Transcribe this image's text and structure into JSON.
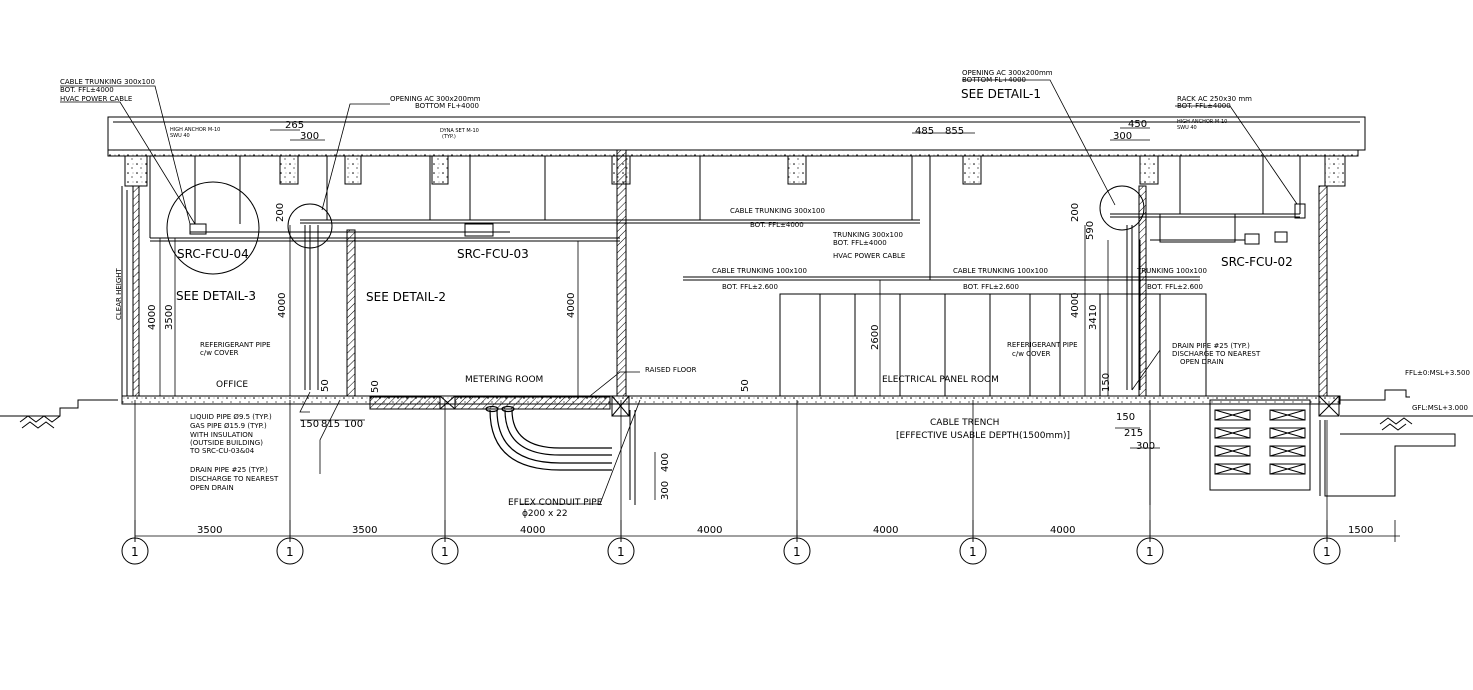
{
  "rooms": {
    "office": "OFFICE",
    "metering": "METERING ROOM",
    "electrical": "ELECTRICAL PANEL ROOM"
  },
  "callouts": {
    "fcu04": "SRC-FCU-04",
    "fcu03": "SRC-FCU-03",
    "fcu02": "SRC-FCU-02",
    "detail1": "SEE DETAIL-1",
    "detail2": "SEE DETAIL-2",
    "detail3": "SEE DETAIL-3"
  },
  "notes": {
    "cable_trunking_top_l1": "CABLE TRUNKING 300x100",
    "cable_trunking_top_l2": "BOT. FFL±4000",
    "hvac_power_cable": "HVAC POWER CABLE",
    "high_anchor_left_l1": "HIGH ANCHOR M-10",
    "high_anchor_left_l2": "SWU 40",
    "opening_ac_left_l1": "OPENING AC 300x200mm",
    "opening_ac_left_l2": "BOTTOM FL+4000",
    "dyna_set_l1": "DYNA SET M-10",
    "dyna_set_l2": "(TYP.)",
    "opening_ac_right_l1": "OPENING AC 300x200mm",
    "opening_ac_right_l2": "BOTTOM FL+4000",
    "rack_ac_l1": "RACK AC 250x30 mm",
    "rack_ac_l2": "BOT. FFL±4000",
    "high_anchor_right_l1": "HIGH ANCHOR M-10",
    "high_anchor_right_l2": "SWU 40",
    "cable_trunking_mid_l1": "CABLE TRUNKING 300x100",
    "cable_trunking_mid_l2": "BOT. FFL±4000",
    "trunking_l1": "TRUNKING 300x100",
    "trunking_l2": "BOT. FFL±4000",
    "hvac_power_cable_mid": "HVAC POWER CABLE",
    "ct100_left_l1": "CABLE TRUNKING 100x100",
    "ct100_left_l2": "BOT. FFL±2.600",
    "ct100_mid_l1": "CABLE TRUNKING 100x100",
    "ct100_mid_l2": "BOT. FFL±2.600",
    "ct100_right_l1": "TRUNKING 100x100",
    "ct100_right_l2": "BOT. FFL±2.600",
    "clear_height": "CLEAR HEIGHT",
    "refrig_left_l1": "REFERIGERANT PIPE",
    "refrig_left_l2": "c/w COVER",
    "refrig_right_l1": "REFERIGERANT PIPE",
    "refrig_right_l2": "c/w COVER",
    "raised_floor": "RAISED FLOOR",
    "drain_right_l1": "DRAIN PIPE #25 (TYP.)",
    "drain_right_l2": "DISCHARGE TO NEAREST",
    "drain_right_l3": "OPEN DRAIN",
    "liquid_l1": "LIQUID PIPE Ø9.5 (TYP.)",
    "liquid_l2": "GAS PIPE Ø15.9 (TYP.)",
    "liquid_l3": "WITH INSULATION",
    "liquid_l4": "(OUTSIDE BUILDING)",
    "liquid_l5": "TO SRC-CU-03&04",
    "drain_left_l1": "DRAIN PIPE #25 (TYP.)",
    "drain_left_l2": "DISCHARGE TO NEAREST",
    "drain_left_l3": "OPEN DRAIN",
    "eflex_l1": "EFLEX CONDUIT PIPE",
    "eflex_l2": "ϕ200 x 22",
    "cable_trench_l1": "CABLE TRENCH",
    "cable_trench_l2": "[EFFECTIVE USABLE DEPTH(1500mm)]",
    "ffl": "FFL±0:MSL+3.500",
    "gfl": "GFL:MSL+3.000"
  },
  "dims": {
    "d265": "265",
    "d300a": "300",
    "d485": "485",
    "d855": "855",
    "d300b": "300",
    "d450": "450",
    "d200a": "200",
    "d200b": "200",
    "d590": "590",
    "d4000a": "4000",
    "d3500": "3500",
    "d4000b": "4000",
    "d4000c": "4000",
    "d2600": "2600",
    "d4000d": "4000",
    "d3410": "3410",
    "d150a": "150",
    "d815": "815",
    "d100": "100",
    "d50a": "50",
    "d50b": "50",
    "d50c": "50",
    "d150b": "150",
    "d150c": "150",
    "d215": "215",
    "d300c": "300",
    "d400": "400",
    "d300d": "300"
  },
  "grid": {
    "spans": [
      "3500",
      "3500",
      "4000",
      "4000",
      "4000",
      "4000",
      "1500"
    ],
    "bubbles": [
      "1",
      "1",
      "1",
      "1",
      "1",
      "1",
      "1",
      "1"
    ]
  }
}
